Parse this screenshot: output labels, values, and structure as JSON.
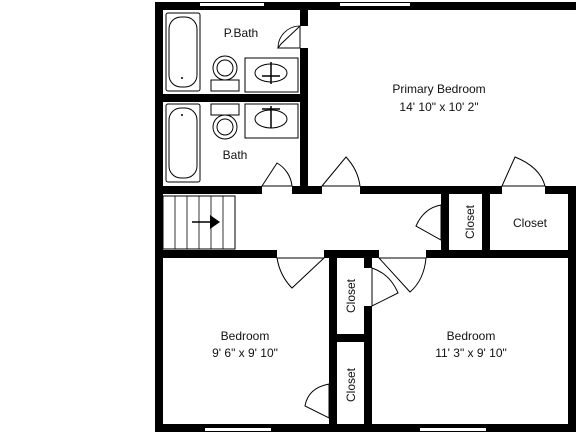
{
  "rooms": {
    "primary_bedroom": {
      "name": "Primary Bedroom",
      "dims": "14' 10\" x 10' 2\""
    },
    "p_bath": {
      "name": "P.Bath"
    },
    "bath": {
      "name": "Bath"
    },
    "hall_closet": {
      "name": "Closet"
    },
    "primary_closet": {
      "name": "Closet"
    },
    "bedroom_left": {
      "name": "Bedroom",
      "dims": "9' 6\" x 9' 10\""
    },
    "bedroom_right": {
      "name": "Bedroom",
      "dims": "11' 3\" x 9' 10\""
    },
    "closet_upper": {
      "name": "Closet"
    },
    "closet_lower": {
      "name": "Closet"
    }
  },
  "colors": {
    "wall": "#000000",
    "background": "#ffffff",
    "text": "#111111"
  }
}
